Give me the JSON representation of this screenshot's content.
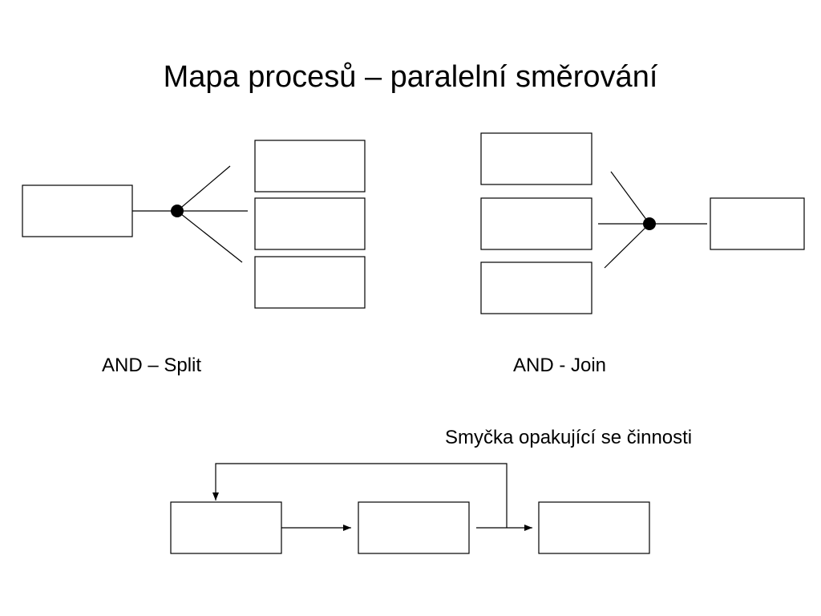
{
  "slide": {
    "title": "Mapa procesů – paralelní směrování"
  },
  "and_split": {
    "label": "AND – Split"
  },
  "and_join": {
    "label": "AND - Join"
  },
  "loop": {
    "label": "Smyčka opakující se činnosti"
  }
}
